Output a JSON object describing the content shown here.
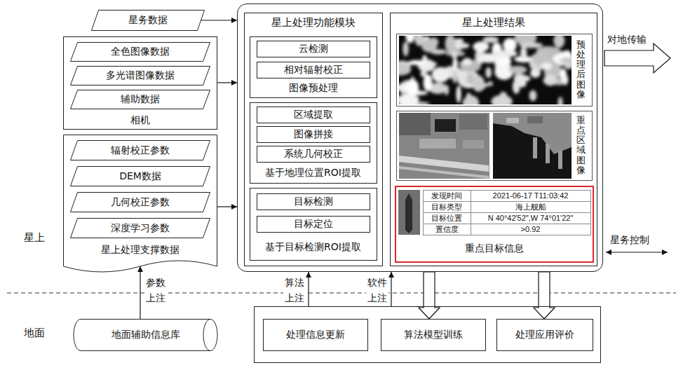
{
  "diagram": {
    "nodes": [
      {
        "text": [
          "星务数据"
        ]
      },
      {
        "text": [
          "相机"
        ]
      },
      {
        "text": [
          "全色图像数据"
        ],
        "in": 1
      },
      {
        "text": [
          "多光谱图像数据"
        ],
        "in": 1
      },
      {
        "text": [
          "辅助数据"
        ],
        "in": 1
      },
      {
        "text": [
          "星上处理支撑数据"
        ]
      },
      {
        "text": [
          "辐射校正参数"
        ],
        "in": 5
      },
      {
        "text": [
          "DEM数据"
        ],
        "in": 5
      },
      {
        "text": [
          "几何校正参数"
        ],
        "in": 5
      },
      {
        "text": [
          "深度学习参数"
        ],
        "in": 5
      },
      {
        "text": []
      },
      {
        "text": [
          "星上处理功能模块"
        ],
        "in": 10
      },
      {
        "text": [
          "图像预处理"
        ],
        "in": 11
      },
      {
        "text": [
          "云检测"
        ],
        "in": 12
      },
      {
        "text": [
          "相对辐射校正"
        ],
        "in": 12
      },
      {
        "text": [
          "基于地理位置ROI提取"
        ],
        "in": 11
      },
      {
        "text": [
          "区域提取"
        ],
        "in": 15
      },
      {
        "text": [
          "图像拼接"
        ],
        "in": 15
      },
      {
        "text": [
          "系统几何校正"
        ],
        "in": 15
      },
      {
        "text": [
          "基于目标检测ROI提取"
        ],
        "in": 11
      },
      {
        "text": [
          "目标检测"
        ],
        "in": 19
      },
      {
        "text": [
          "目标定位"
        ],
        "in": 19
      },
      {
        "text": [
          "星上处理结果"
        ],
        "in": 10
      },
      {
        "text": [
          "预处理后图像"
        ],
        "in": 22
      },
      {
        "text": [
          "重点区域图像"
        ],
        "in": 22
      },
      {
        "text": [
          "重点目标信息"
        ],
        "in": 22
      },
      {
        "text": [
          "地面辅助信息库"
        ]
      },
      {
        "text": []
      },
      {
        "text": [
          "处理信息更新"
        ],
        "in": 27
      },
      {
        "text": [
          "算法模型训练"
        ],
        "in": 27
      },
      {
        "text": [
          "处理应用评价"
        ],
        "in": 27
      }
    ],
    "edges": [
      {
        "from": 0,
        "to": 10,
        "arrow": "to"
      },
      {
        "from": 1,
        "to": 10,
        "arrow": "to"
      },
      {
        "from": 5,
        "to": 10,
        "arrow": "to"
      },
      {
        "from": 26,
        "to": 5,
        "label": "参数 上注",
        "arrow": "to"
      },
      {
        "from": 27,
        "to": 10,
        "label": "算法 上注",
        "arrow": "to"
      },
      {
        "from": 27,
        "to": 10,
        "label": "软件 上注",
        "arrow": "to"
      },
      {
        "from": 10,
        "to": 29,
        "arrow": "to"
      },
      {
        "from": 10,
        "to": 30,
        "arrow": "to"
      }
    ],
    "labels": [
      "星上",
      "地面",
      "对地传输",
      "星务控制",
      "发现时间",
      "2021-06-17 T11:03:42",
      "目标类型",
      "海上舰船",
      "目标位置",
      "N 40°42'52\",W 74°01'22\"",
      "置信度",
      ">0.92"
    ]
  }
}
